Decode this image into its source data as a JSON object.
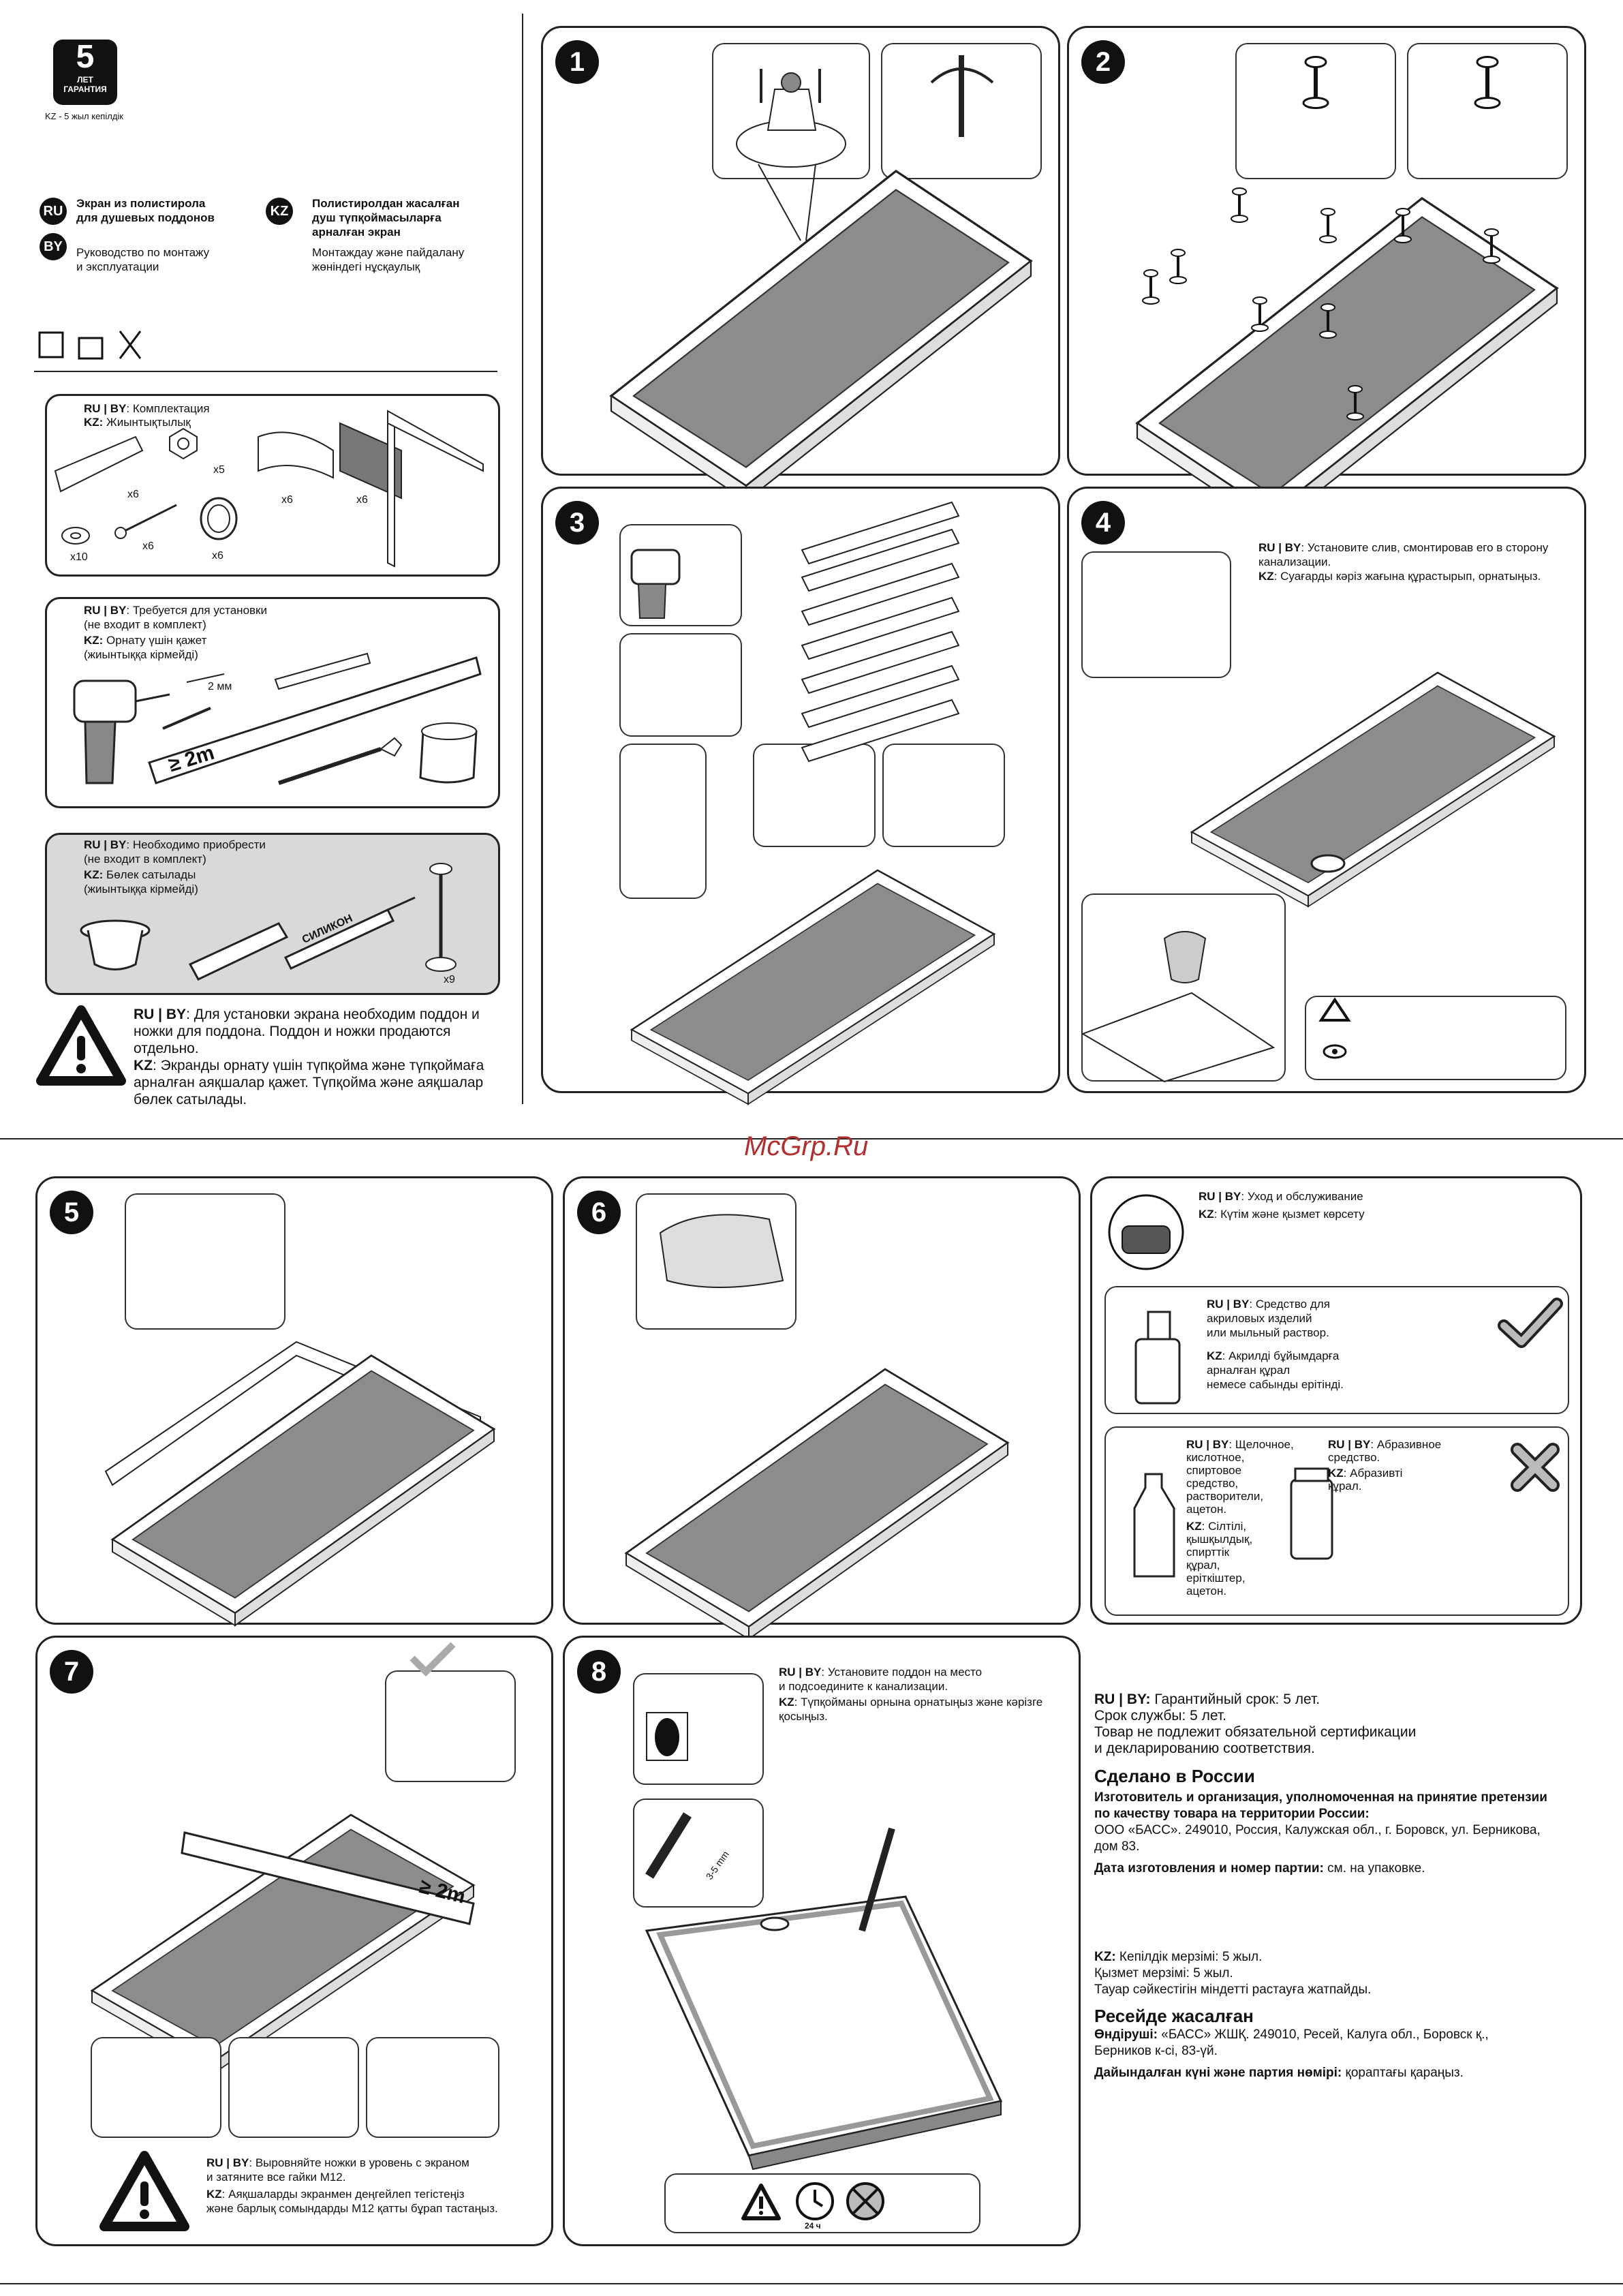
{
  "header": {
    "warranty_years": "5",
    "warranty_years_word": "ЛЕТ",
    "warranty_word": "ГАРАНТИЯ",
    "kz_warranty": "KZ - 5 жыл кепілдік"
  },
  "product": {
    "ru_badge": "RU",
    "by_badge": "BY",
    "kz_badge": "KZ",
    "ru_title_line1": "Экран из полистирола",
    "ru_title_line2": "для душевых поддонов",
    "ru_sub_line1": "Руководство по монтажу",
    "ru_sub_line2": "и эксплуатации",
    "kz_title_line1": "Полистиролдан жасалған",
    "kz_title_line2": "душ түпқоймасыларға",
    "kz_title_line3": "арналған экран",
    "kz_sub_line1": "Монтаждау және пайдалану",
    "kz_sub_line2": "жөніндегі нұсқаулық"
  },
  "kit": {
    "ru_label": "RU | BY",
    "ru_text": ": Комплектация",
    "kz_label": "KZ:",
    "kz_text": " Жиынтықтылық",
    "counts": [
      "x6",
      "x5",
      "x6",
      "x6",
      "x10",
      "x6",
      "x6"
    ]
  },
  "tools": {
    "ru_label": "RU | BY",
    "ru_text_line1": ": Требуется для установки",
    "ru_text_line2": "(не входит в комплект)",
    "kz_label": "KZ:",
    "kz_text_line1": " Орнату үшін қажет",
    "kz_text_line2": "(жиынтыққа кірмейді)",
    "drill_size": "2 мм",
    "level_length": "≥ 2m"
  },
  "purchase": {
    "ru_label": "RU | BY",
    "ru_text_line1": ": Необходимо приобрести",
    "ru_text_line2": "(не входит в комплект)",
    "kz_label": "KZ:",
    "kz_text_line1": " Бөлек сатылады",
    "kz_text_line2": "(жиынтыққа кірмейді)",
    "silicone_label": "СИЛИКОН",
    "legs_count": "x9"
  },
  "warning": {
    "ru_label": "RU | BY",
    "ru_text": ": Для установки экрана необходим поддон и ножки для поддона. Поддон и ножки продаются отдельно.",
    "kz_label": "KZ",
    "kz_text": ": Экранды орнату үшін түпқойма және түпқоймаға арналған аяқшалар қажет. Түпқойма және аяқшалар бөлек сатылады."
  },
  "steps": {
    "s1": "1",
    "s2": "2",
    "s3": "3",
    "s4": "4",
    "s5": "5",
    "s6": "6",
    "s7": "7",
    "s8": "8"
  },
  "step4": {
    "ru_label": "RU | BY",
    "ru_text_line1": ": Установите слив, смонтировав его в сторону",
    "ru_text_line2": "канализации.",
    "kz_label": "KZ",
    "kz_text": ": Суағарды кәріз жағына құрастырып, орнатыңыз."
  },
  "watermark": "McGrp.Ru",
  "care": {
    "ru_label": "RU | BY",
    "ru_text": ": Уход и обслуживание",
    "kz_label": "KZ",
    "kz_text": ": Күтім және қызмет көрсету",
    "good_ru_label": "RU | BY",
    "good_ru_line1": ": Средство для",
    "good_ru_line2": "акриловых изделий",
    "good_ru_line3": "или мыльный раствор.",
    "good_kz_label": "KZ",
    "good_kz_line1": ": Акрилді бұйымдарға",
    "good_kz_line2": "арналған құрал",
    "good_kz_line3": "немесе сабынды ерітінді.",
    "bad1_ru_label": "RU | BY",
    "bad1_ru_lines": [
      ": Щелочное,",
      "кислотное,",
      "спиртовое",
      "средство,",
      "растворители,",
      "ацетон."
    ],
    "bad1_kz_label": "KZ",
    "bad1_kz_lines": [
      ": Сілтілі,",
      "қышқылдық,",
      "спирттік",
      "құрал,",
      "еріткіштер,",
      "ацетон."
    ],
    "bad2_ru_label": "RU | BY",
    "bad2_ru_lines": [
      ": Абразивное",
      "средство."
    ],
    "bad2_kz_label": "KZ",
    "bad2_kz_lines": [
      ": Абразивті",
      "құрал."
    ]
  },
  "step7": {
    "level_length": "≥ 2m",
    "ru_label": "RU | BY",
    "ru_text_line1": ": Выровняйте ножки в уровень с экраном",
    "ru_text_line2": "и затяните все гайки М12.",
    "kz_label": "KZ",
    "kz_text_line1": ": Аяқшаларды экранмен деңгейлеп тегістеңіз",
    "kz_text_line2": "және барлық сомындарды М12 қатты бұрап тастаңыз."
  },
  "step8": {
    "ru_label": "RU | BY",
    "ru_text_line1": ": Установите поддон на место",
    "ru_text_line2": "и подсоедините к канализации.",
    "kz_label": "KZ",
    "kz_text_line1": ": Түпқойманы орнына орнатыңыз және кәрізге",
    "kz_text_line2": "қосыңыз.",
    "gap_label": "3-5 mm",
    "cure_time": "24 ч"
  },
  "info": {
    "ru_label": "RU | BY:",
    "ru_warranty": " Гарантийный срок: 5 лет.",
    "ru_service": "Срок службы: 5 лет.",
    "ru_cert_line1": "Товар не подлежит обязательной сертификации",
    "ru_cert_line2": "и декларированию соответствия.",
    "ru_made": "Сделано в России",
    "ru_maker_line1": "Изготовитель и организация, уполномоченная на принятие претензии",
    "ru_maker_line2": "по качеству товара на территории России:",
    "ru_address_line1": "ООО «БАСС». 249010, Россия, Калужская обл., г. Боровск, ул. Берникова,",
    "ru_address_line2": "дом 83.",
    "ru_date_label": "Дата изготовления и номер партии:",
    "ru_date_text": " см. на упаковке.",
    "kz_label": "KZ:",
    "kz_warranty": " Кепілдік мерзімі: 5 жыл.",
    "kz_service": "Қызмет мерзімі: 5 жыл.",
    "kz_cert": "Тауар сәйкестігін міндетті растауға жатпайды.",
    "kz_made": "Ресейде жасалған",
    "kz_maker_label": "Өндіруші:",
    "kz_maker_line1": " «БАСС» ЖШҚ. 249010, Ресей,  Калуга обл.,  Боровск қ.,",
    "kz_maker_line2": "Берников к-сі, 83-үй.",
    "kz_date_label": "Дайындалған күні және партия нөмірі:",
    "kz_date_text": " қораптағы қараңыз."
  },
  "colors": {
    "ink": "#111111",
    "tray": "#8c8c8c",
    "panel_border": "#222222",
    "purchase_bg": "#d9d9d9"
  }
}
